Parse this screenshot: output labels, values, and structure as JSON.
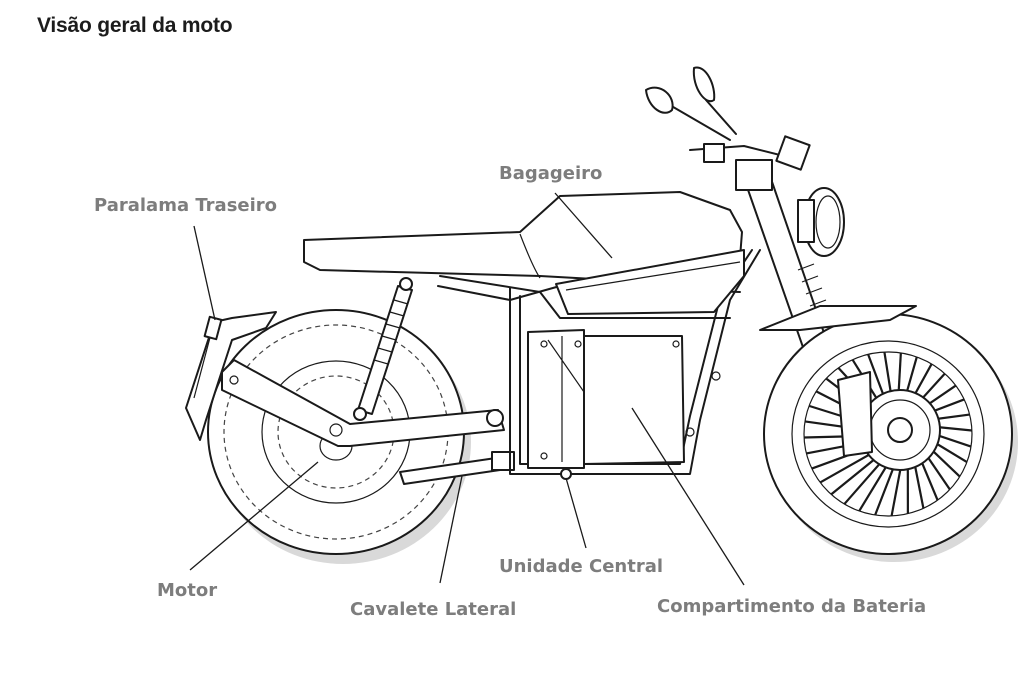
{
  "title": "Visão geral da moto",
  "labels": {
    "paralama_traseiro": "Paralama Traseiro",
    "bagageiro": "Bagageiro",
    "motor": "Motor",
    "cavalete_lateral": "Cavalete Lateral",
    "unidade_central": "Unidade Central",
    "compartimento_bateria": "Compartimento da Bateria"
  },
  "colors": {
    "label": "#7d7d7d",
    "ink": "#1a1a1a",
    "title": "#1c1c1c"
  }
}
